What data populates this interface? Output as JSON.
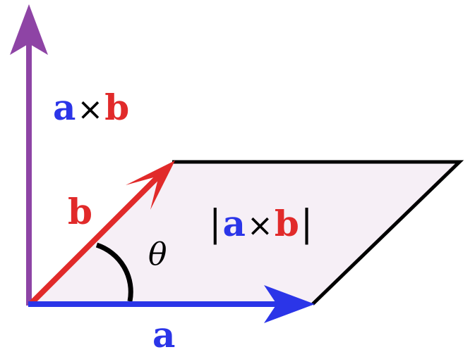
{
  "colors": {
    "vector_a": "#2b35e8",
    "vector_b": "#e12a2a",
    "cross_product": "#8e44a5",
    "parallelogram_fill": "#f6eff6",
    "outline": "#000000",
    "text": "#000000"
  },
  "labels": {
    "cross_a": "a",
    "cross_times": "×",
    "cross_b": "b",
    "vector_b": "b",
    "vector_a": "a",
    "theta": "θ",
    "area_bar_left": "|",
    "area_a": "a",
    "area_times": "×",
    "area_b": "b",
    "area_bar_right": "|"
  }
}
